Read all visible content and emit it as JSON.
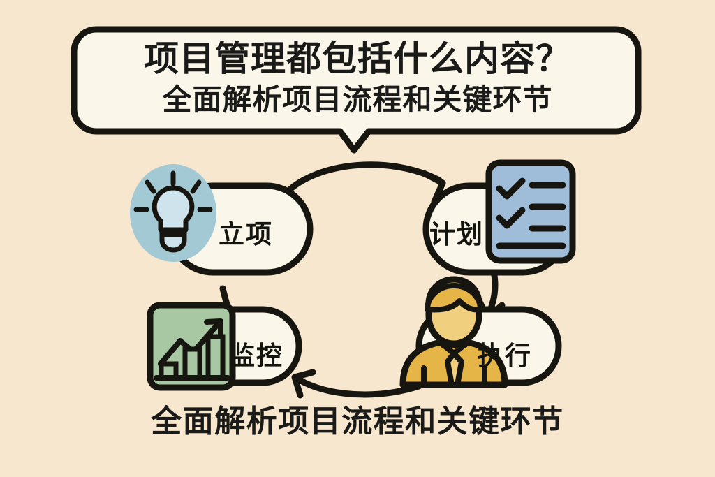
{
  "page": {
    "background_color": "#f7e7ce",
    "ink_color": "#17150f",
    "card_fill": "#fbf6ea"
  },
  "title_card": {
    "line1": "项目管理都包括什么内容？",
    "line2": "全面解析项目流程和关键环节",
    "fill": "#fbf6ea",
    "border_color": "#17150f"
  },
  "footer": {
    "text": "全面解析项目流程和关键环节"
  },
  "diagram": {
    "type": "cycle",
    "nodes": [
      {
        "id": "lixiang",
        "label": "立项",
        "icon": "lightbulb-icon",
        "icon_shape": "circle",
        "icon_fill": "#a3c9d4",
        "icon_inner_fill": "#cfe3ec",
        "position": "top-left"
      },
      {
        "id": "jihua",
        "label": "计划",
        "icon": "checklist-icon",
        "icon_shape": "rounded-square",
        "icon_fill": "#9fbcd8",
        "position": "top-right"
      },
      {
        "id": "zhixing",
        "label": "执行",
        "icon": "business-person-icon",
        "icon_shape": "silhouette",
        "icon_fill": "#e5b547",
        "icon_inner_fill": "#f0d07e",
        "position": "bottom-right"
      },
      {
        "id": "jiankong",
        "label": "监控",
        "icon": "growth-chart-icon",
        "icon_shape": "rounded-square",
        "icon_fill": "#a7c8a2",
        "position": "bottom-left"
      }
    ],
    "edges": [
      {
        "from": "lixiang",
        "to": "jihua",
        "style": "curved-arrow"
      },
      {
        "from": "jihua",
        "to": "zhixing",
        "style": "straight-arrow"
      },
      {
        "from": "zhixing",
        "to": "jiankong",
        "style": "curved-arrow"
      },
      {
        "from": "jiankong",
        "to": "lixiang",
        "style": "line"
      }
    ]
  }
}
